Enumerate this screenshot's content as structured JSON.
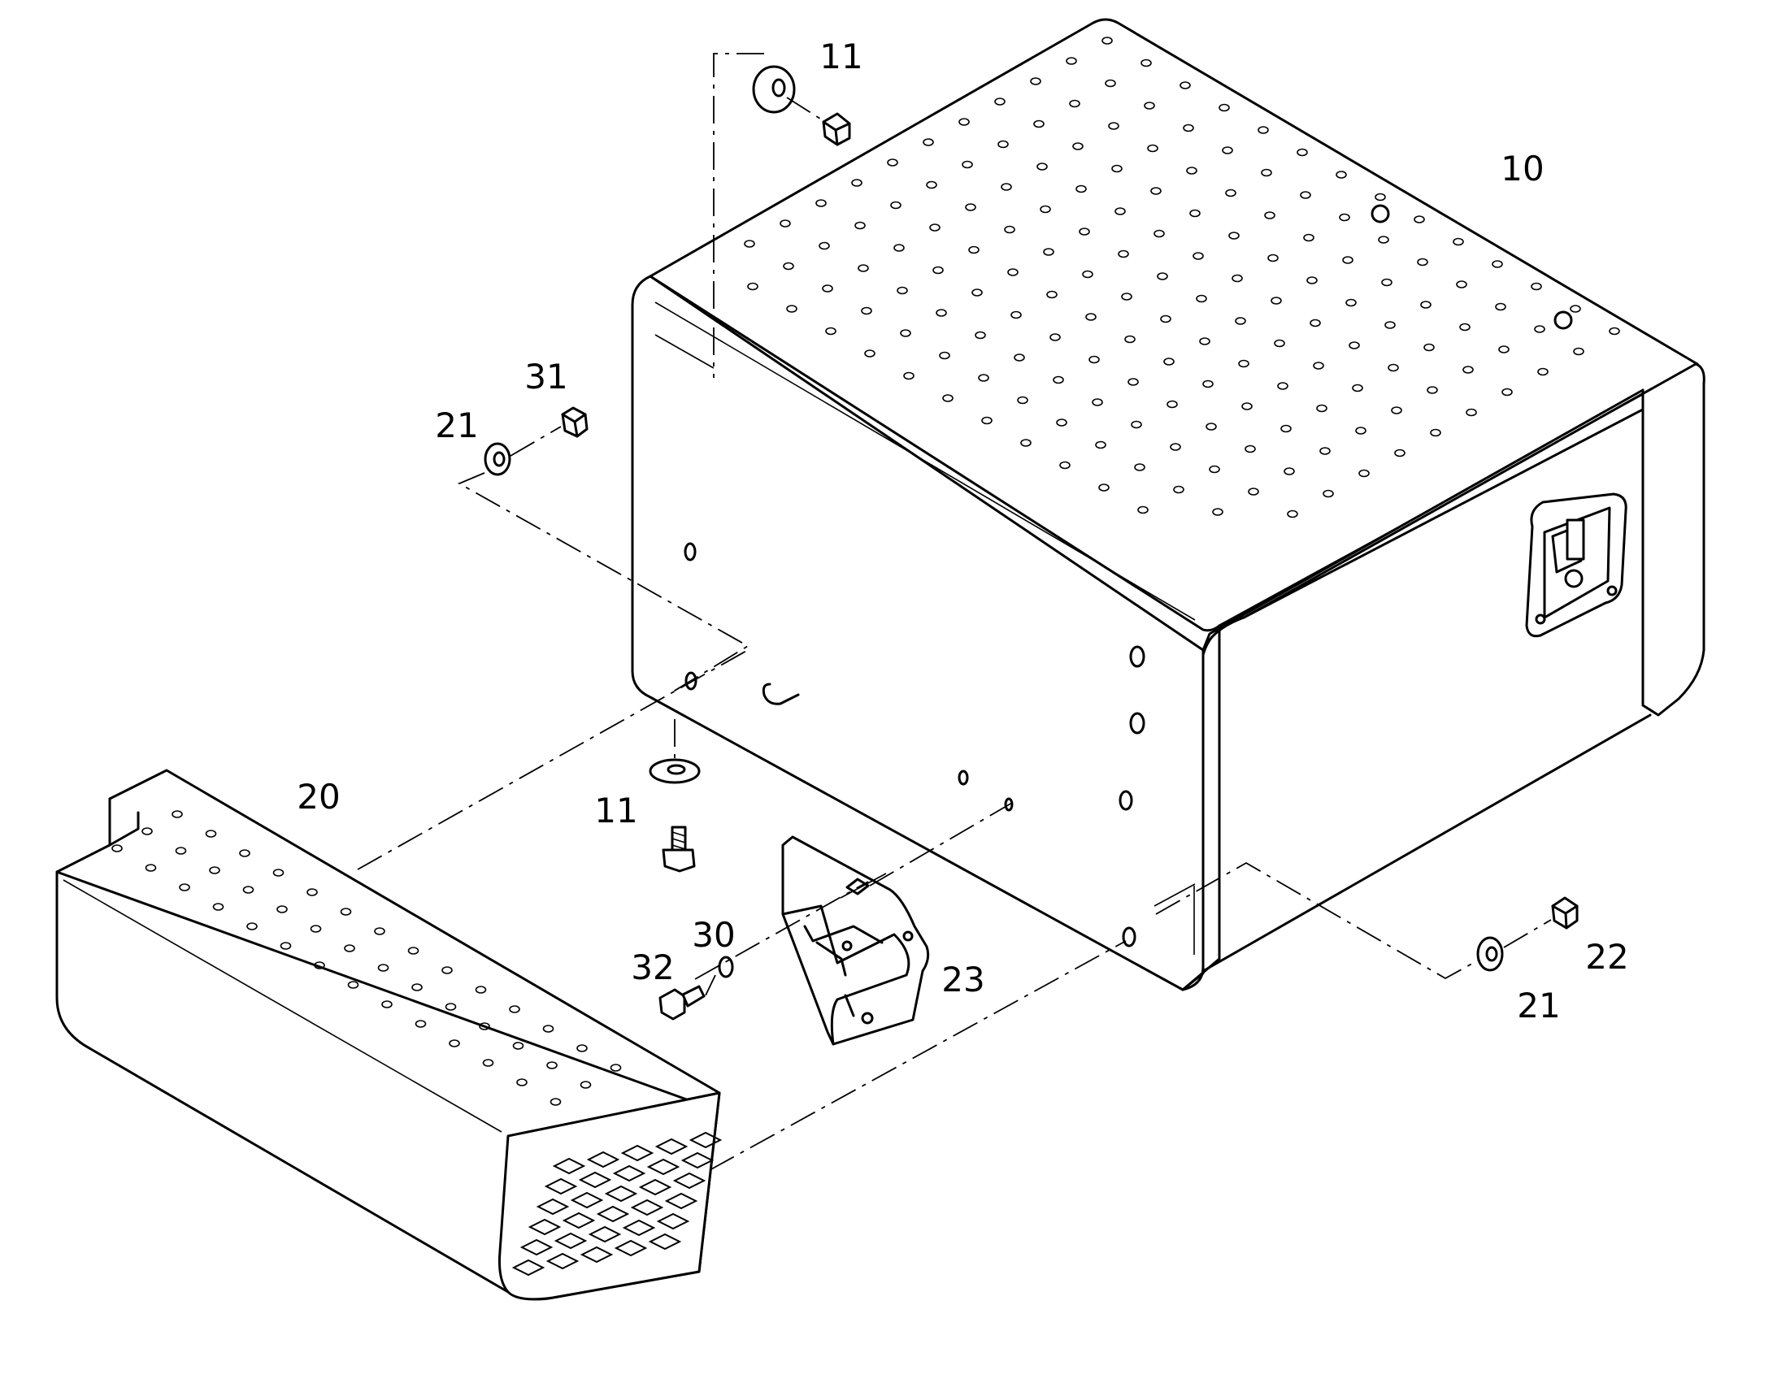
{
  "diagram": {
    "parts": [
      {
        "id": "box",
        "label": "10"
      },
      {
        "id": "washer-top",
        "label": "11"
      },
      {
        "id": "washer-bottom",
        "label": "11"
      },
      {
        "id": "step",
        "label": "20"
      },
      {
        "id": "washer-left",
        "label": "21"
      },
      {
        "id": "washer-right",
        "label": "21"
      },
      {
        "id": "nut-right",
        "label": "22"
      },
      {
        "id": "nut-left",
        "label": "23"
      },
      {
        "id": "bracket",
        "label": "30"
      },
      {
        "id": "lock-washer",
        "label": "31"
      },
      {
        "id": "bolt",
        "label": "32"
      }
    ]
  },
  "colors": {
    "ink": "#000000",
    "paper": "#ffffff"
  }
}
